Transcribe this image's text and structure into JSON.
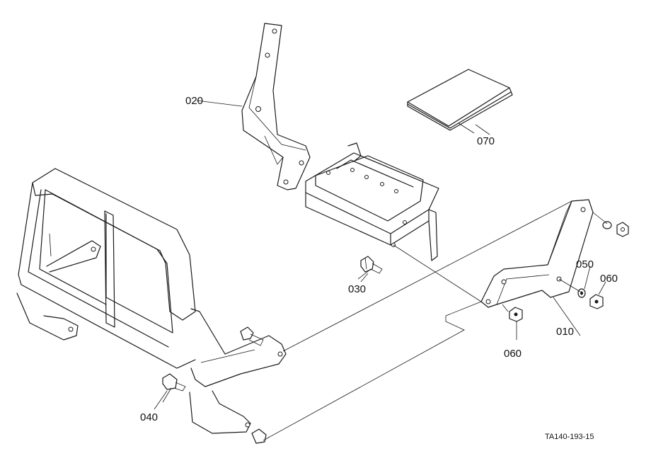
{
  "callouts": {
    "c010": "010",
    "c020": "020",
    "c030": "030",
    "c040": "040",
    "c050": "050",
    "c060_right": "060",
    "c060_lower": "060",
    "c070": "070"
  },
  "drawing_reference": "TA140-193-15"
}
